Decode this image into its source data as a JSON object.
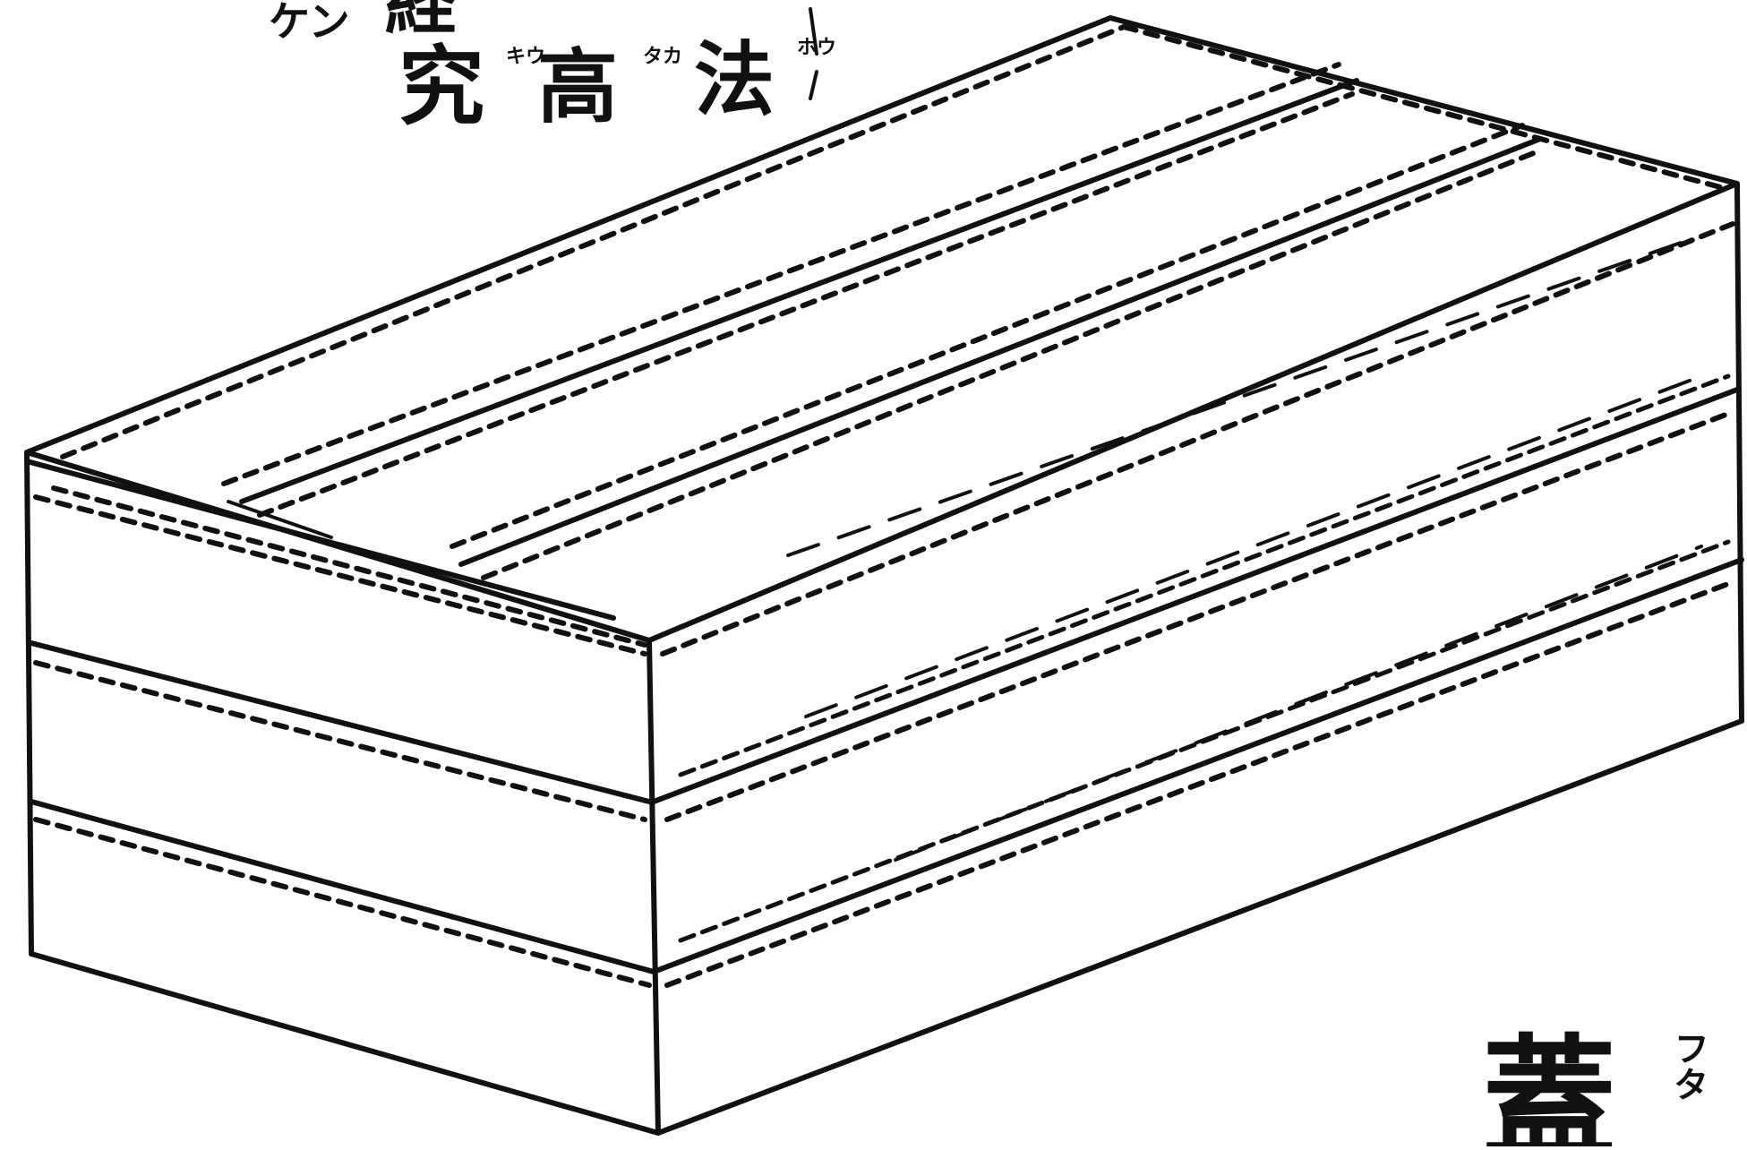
{
  "header_text": {
    "col_right": "法",
    "col_right_ruby": "ホウ",
    "col_mid": "高",
    "col_mid_ruby": "タカ",
    "col_left": "究",
    "col_left_ruby": "キウ",
    "col_top_partial": "経",
    "col_left_edge": "ケン"
  },
  "caption_bottom": {
    "kanji": "蓋",
    "ruby": "フタ"
  },
  "ink_color": "#111111",
  "paper_color": "#ffffff"
}
